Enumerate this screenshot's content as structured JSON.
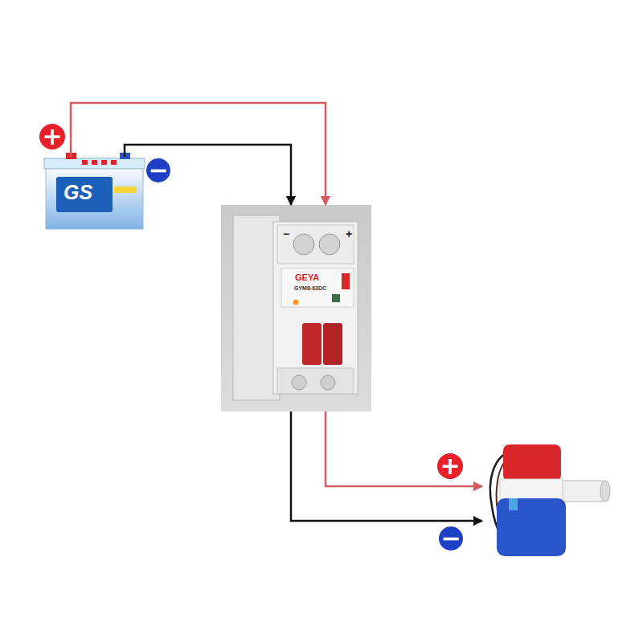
{
  "diagram": {
    "nodes": [
      {
        "text": [
          "+",
          "GS",
          "−"
        ]
      },
      {
        "text": [
          "−",
          "+",
          "GEYA",
          "GYM8-63DC"
        ]
      },
      {
        "text": [
          "+",
          "−"
        ]
      }
    ],
    "edges": [
      {
        "from": 0,
        "to": 1,
        "arrow": "to"
      },
      {
        "from": 0,
        "to": 1,
        "arrow": "to"
      },
      {
        "from": 1,
        "to": 2,
        "arrow": "to"
      },
      {
        "from": 1,
        "to": 2,
        "arrow": "to"
      }
    ]
  }
}
